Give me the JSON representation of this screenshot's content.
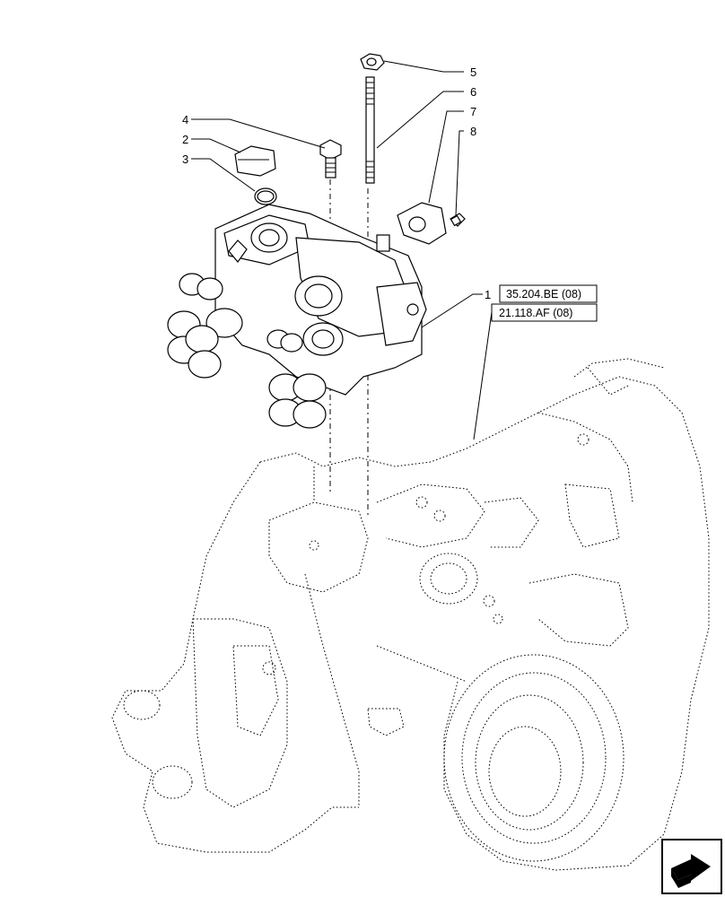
{
  "callouts": [
    {
      "id": "1",
      "label": "1"
    },
    {
      "id": "2",
      "label": "2"
    },
    {
      "id": "3",
      "label": "3"
    },
    {
      "id": "4",
      "label": "4"
    },
    {
      "id": "5",
      "label": "5"
    },
    {
      "id": "6",
      "label": "6"
    },
    {
      "id": "7",
      "label": "7"
    },
    {
      "id": "8",
      "label": "8"
    }
  ],
  "references": [
    {
      "label": "35.204.BE (08)"
    },
    {
      "label": "21.118.AF (08)"
    }
  ],
  "icons": {
    "nav": "next-page-arrow-icon"
  }
}
